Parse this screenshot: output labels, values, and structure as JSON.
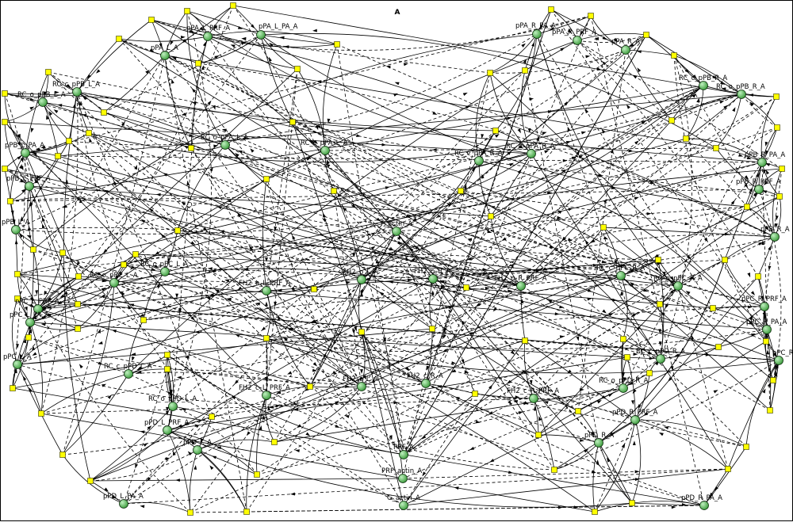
{
  "diagram": {
    "title": "A",
    "colors": {
      "species_fill": "#3a9a3a",
      "species_highlight": "#bff0bf",
      "species_stroke": "#0b2e0b",
      "reaction_fill": "#ffff00",
      "reaction_stroke": "#333300",
      "edge": "#000000"
    },
    "species": [
      {
        "id": "pPA_L_PRF_A",
        "label": "pPA_L_PRF_A"
      },
      {
        "id": "pPA_L_PA_A",
        "label": "pPA_L_PA_A"
      },
      {
        "id": "pPA_L_A",
        "label": "pPA_L_A"
      },
      {
        "id": "pPA_R_PA_A",
        "label": "pPA_R_PA_A"
      },
      {
        "id": "pPA_R_PRF_A",
        "label": "pPA_R_PRF_A"
      },
      {
        "id": "pPA_R_A",
        "label": "pPA_R_A"
      },
      {
        "id": "RC_c_pPB_L_A",
        "label": "RC_c_pPB_L_A"
      },
      {
        "id": "RC_o_pPB_L_A",
        "label": "RC_o_pPB_L_A"
      },
      {
        "id": "RC_c_pPB_R_A",
        "label": "RC_c_pPB_R_A"
      },
      {
        "id": "RC_o_pPB_R_A",
        "label": "RC_o_pPB_R_A"
      },
      {
        "id": "RC_o_pPA_L_A",
        "label": "RC_o_pPA_L_A"
      },
      {
        "id": "RC_c_pPA_L_A",
        "label": "RC_c_pPA_L_A"
      },
      {
        "id": "RC_c_pPA_R_A",
        "label": "RC_c_pPA_R_A"
      },
      {
        "id": "RC_o_pPA_R_A",
        "label": "RC_o_pPA_R_A"
      },
      {
        "id": "pPB_L_PA_A",
        "label": "pPB_L_PA_A"
      },
      {
        "id": "pPB_L_PRF_A",
        "label": "pPB_L_PRF_A"
      },
      {
        "id": "pPB_L_A",
        "label": "pPB_L_A"
      },
      {
        "id": "pPB_R_PA_A",
        "label": "pPB_R_PA_A"
      },
      {
        "id": "pPB_R_PRF_A",
        "label": "pPB_R_PRF_A"
      },
      {
        "id": "pPB_R_A",
        "label": "pPB_R_A"
      },
      {
        "id": "F_actin_A",
        "label": "F_actin_A"
      },
      {
        "id": "RC_c_pPC_L_A",
        "label": "RC_c_pPC_L_A"
      },
      {
        "id": "RC_o_pPC_L_A",
        "label": "RC_o_pPC_L_A"
      },
      {
        "id": "FH2_o_L_PRF_A",
        "label": "FH2_o_L_PRF_A"
      },
      {
        "id": "FH2_o_L_A",
        "label": "FH2_o_L_A"
      },
      {
        "id": "FH2_o_R_A",
        "label": "FH2_o_R_A"
      },
      {
        "id": "FH2_o_R_PRF_A",
        "label": "FH2_o_R_PRF_A"
      },
      {
        "id": "RC_c_pPC_R_A",
        "label": "RC_c_pPC_R_A"
      },
      {
        "id": "RC_o_pPC_R_A",
        "label": "RC_o_pPC_R_A"
      },
      {
        "id": "pPC_L_PRF_A",
        "label": "pPC_L_PRF_A"
      },
      {
        "id": "pPC_L_PA_A",
        "label": "pPC_L_PA_A"
      },
      {
        "id": "pPC_L_A",
        "label": "pPC_L_A"
      },
      {
        "id": "pPC_R_PRF_A",
        "label": "pPC_R_PRF_A"
      },
      {
        "id": "pPC_R_PA_A",
        "label": "pPC_R_PA_A"
      },
      {
        "id": "pPC_R_A",
        "label": "pPC_R_A"
      },
      {
        "id": "RC_c_pPD_L_A",
        "label": "RC_c_pPD_L_A"
      },
      {
        "id": "RC_c_pPD_R_A",
        "label": "RC_c_pPD_R_A"
      },
      {
        "id": "FH2_c_L_PRF_A",
        "label": "FH2_c_L_PRF_A"
      },
      {
        "id": "FH2_c_L_A",
        "label": "FH2_c_L_A"
      },
      {
        "id": "FH2_c_R_A",
        "label": "FH2_c_R_A"
      },
      {
        "id": "FH2_c_R_PRF_A",
        "label": "FH2_c_R_PRF_A"
      },
      {
        "id": "RC_o_pPD_L_A",
        "label": "RC_o_pPD_L_A"
      },
      {
        "id": "RC_o_pPD_R_A",
        "label": "RC_o_pPD_R_A"
      },
      {
        "id": "pPD_L_PRF_A",
        "label": "pPD_L_PRF_A"
      },
      {
        "id": "pPD_L_A",
        "label": "pPD_L_A"
      },
      {
        "id": "pPD_R_PRF_A",
        "label": "pPD_R_PRF_A"
      },
      {
        "id": "pPD_R_A",
        "label": "pPD_R_A"
      },
      {
        "id": "PRF_A",
        "label": "PRF_A"
      },
      {
        "id": "PRF_actin_A",
        "label": "PRF_actin_A"
      },
      {
        "id": "pPD_L_PA_A",
        "label": "pPD_L_PA_A"
      },
      {
        "id": "pPD_R_PA_A",
        "label": "pPD_R_PA_A"
      },
      {
        "id": "G_actin_A",
        "label": "G_actin_A"
      }
    ]
  }
}
